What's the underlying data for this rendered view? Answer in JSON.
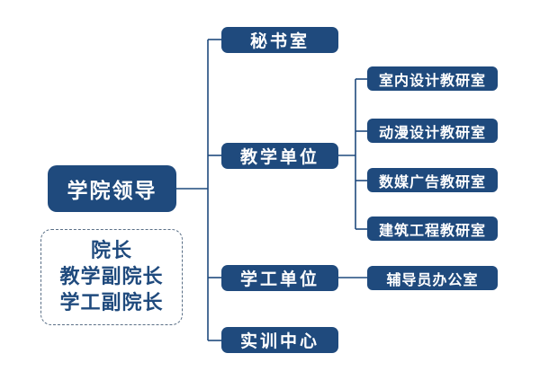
{
  "root": {
    "label": "学院领导"
  },
  "leaders": [
    "院长",
    "教学副院长",
    "学工副院长"
  ],
  "level1": {
    "secretary": "秘书室",
    "teaching": "教学单位",
    "student_affairs": "学工单位",
    "training_center": "实训中心"
  },
  "teaching_units": [
    "室内设计教研室",
    "动漫设计教研室",
    "数媒广告教研室",
    "建筑工程教研室"
  ],
  "student_units": [
    "辅导员办公室"
  ],
  "colors": {
    "node_fill": "#1f4a7d",
    "node_text": "#ffffff",
    "connector": "#1f4a7d",
    "dashed_border": "#5a6f86"
  }
}
